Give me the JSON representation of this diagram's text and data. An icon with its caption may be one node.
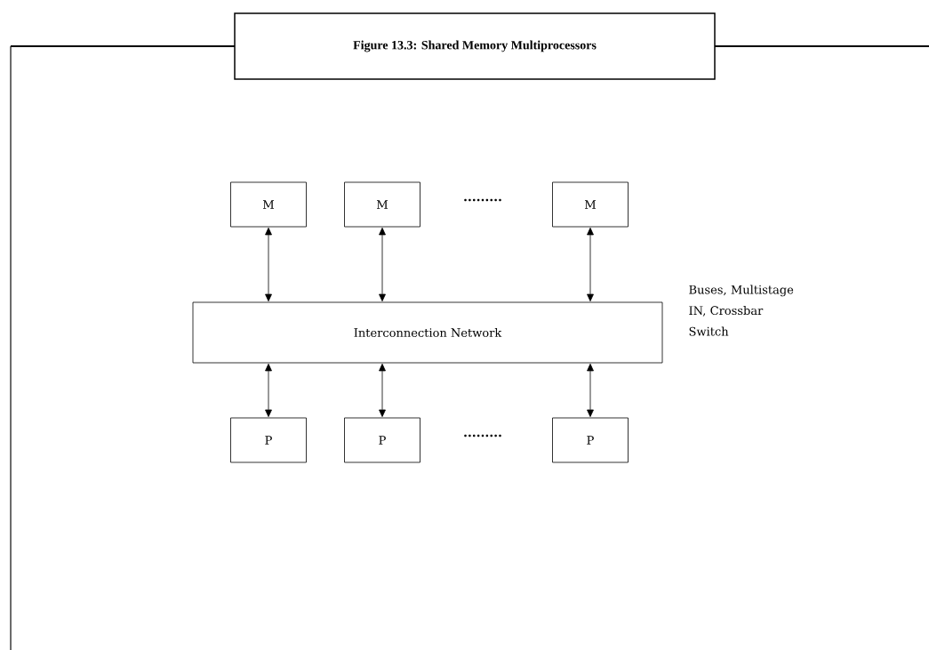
{
  "diagram": {
    "title": "Figure 13.3: Shared Memory Multiprocessors",
    "nodes": [
      {
        "text": [
          "M"
        ]
      },
      {
        "text": [
          "M"
        ]
      },
      {
        "text": [
          "M"
        ]
      },
      {
        "text": [
          "Interconnection Network"
        ],
        "beside": [
          "Buses, Multistage IN, Crossbar Switch"
        ]
      },
      {
        "text": [
          "P"
        ]
      },
      {
        "text": [
          "P"
        ]
      },
      {
        "text": [
          "P"
        ]
      }
    ],
    "edges": [
      {
        "from": 0,
        "to": 3,
        "arrow": "both"
      },
      {
        "from": 1,
        "to": 3,
        "arrow": "both"
      },
      {
        "from": 2,
        "to": 3,
        "arrow": "both"
      },
      {
        "from": 4,
        "to": 3,
        "arrow": "both"
      },
      {
        "from": 5,
        "to": 3,
        "arrow": "both"
      },
      {
        "from": 6,
        "to": 3,
        "arrow": "both"
      }
    ],
    "labels": [
      ".........",
      "........."
    ]
  }
}
